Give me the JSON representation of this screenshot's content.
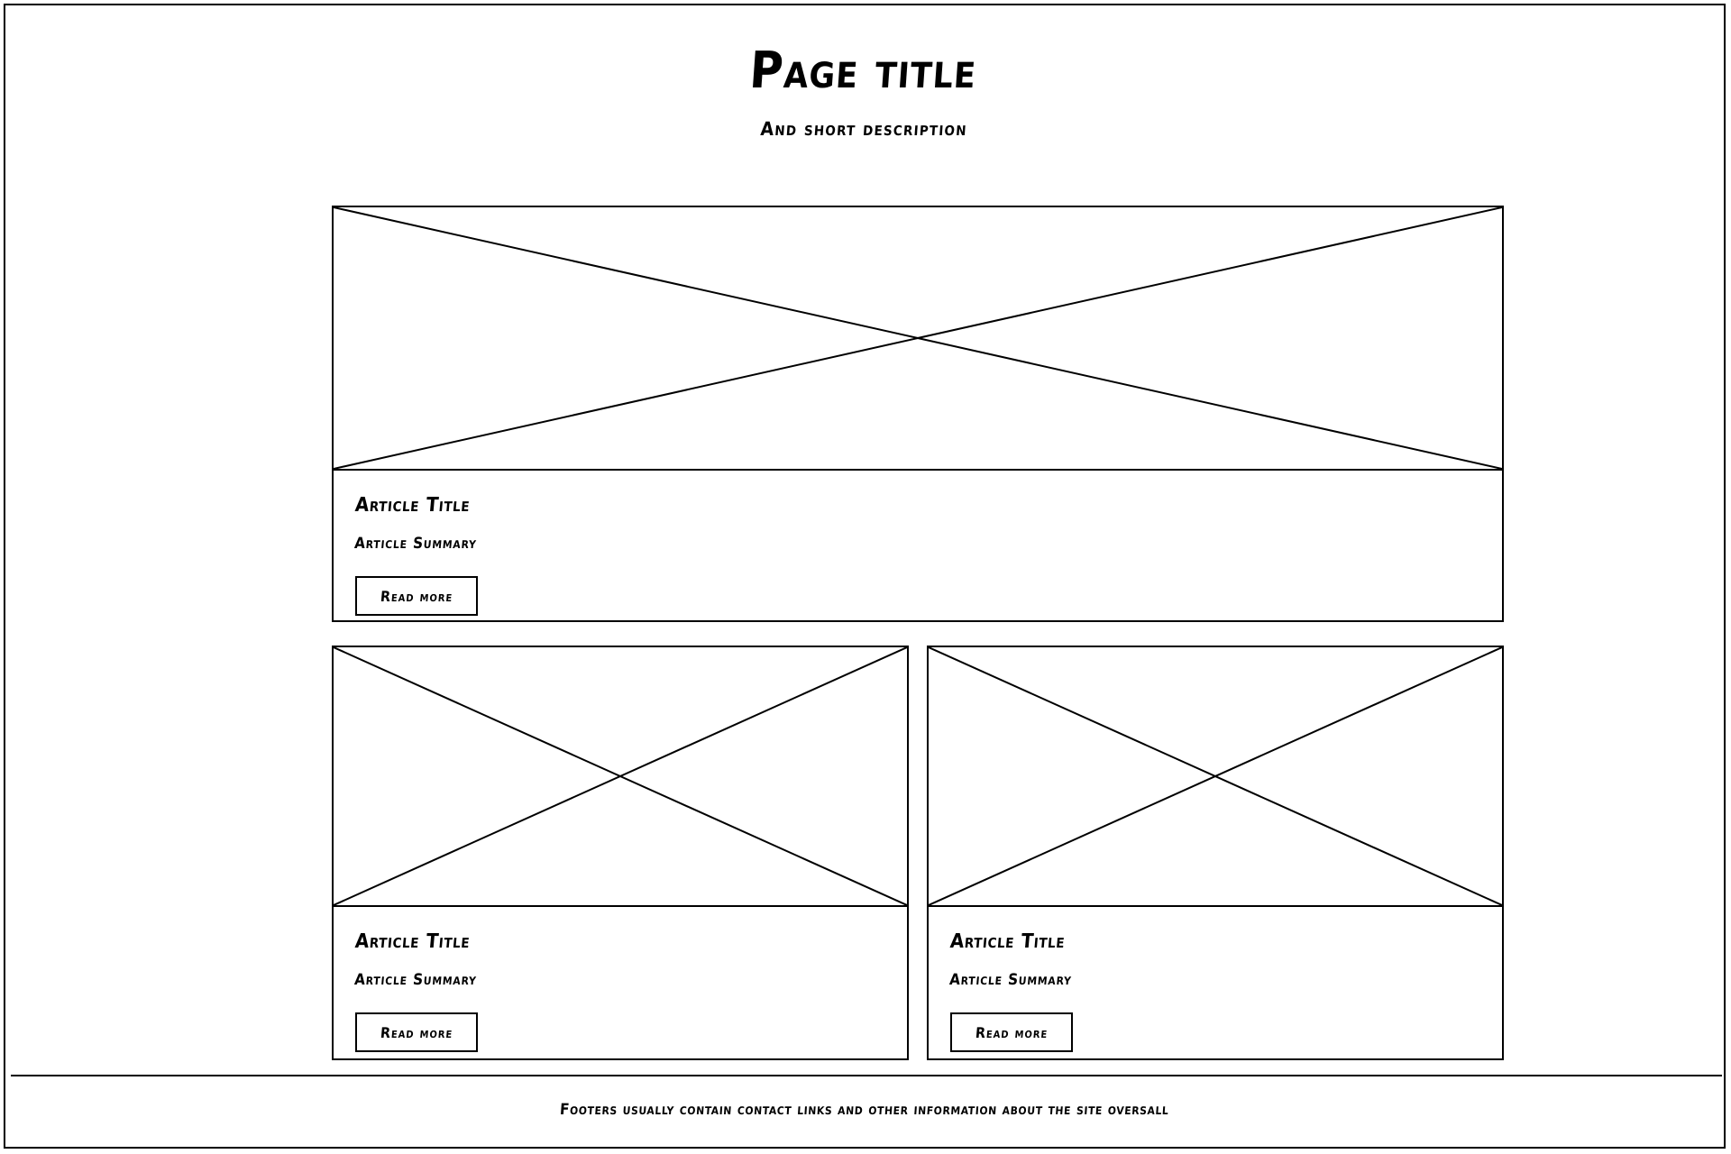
{
  "page": {
    "title": "Page title",
    "subtitle": "And short description",
    "border_color": "#000000",
    "background_color": "#ffffff",
    "ink_color": "#000000"
  },
  "cards": [
    {
      "id": "hero",
      "image_placeholder": "image-placeholder-x",
      "title": "Article Title",
      "summary": "Article Summary",
      "button_label": "Read more"
    },
    {
      "id": "left",
      "image_placeholder": "image-placeholder-x",
      "title": "Article Title",
      "summary": "Article Summary",
      "button_label": "Read more"
    },
    {
      "id": "right",
      "image_placeholder": "image-placeholder-x",
      "title": "Article Title",
      "summary": "Article Summary",
      "button_label": "Read more"
    }
  ],
  "footer": {
    "text": "Footers usually contain contact links and other information about the site oversall"
  }
}
